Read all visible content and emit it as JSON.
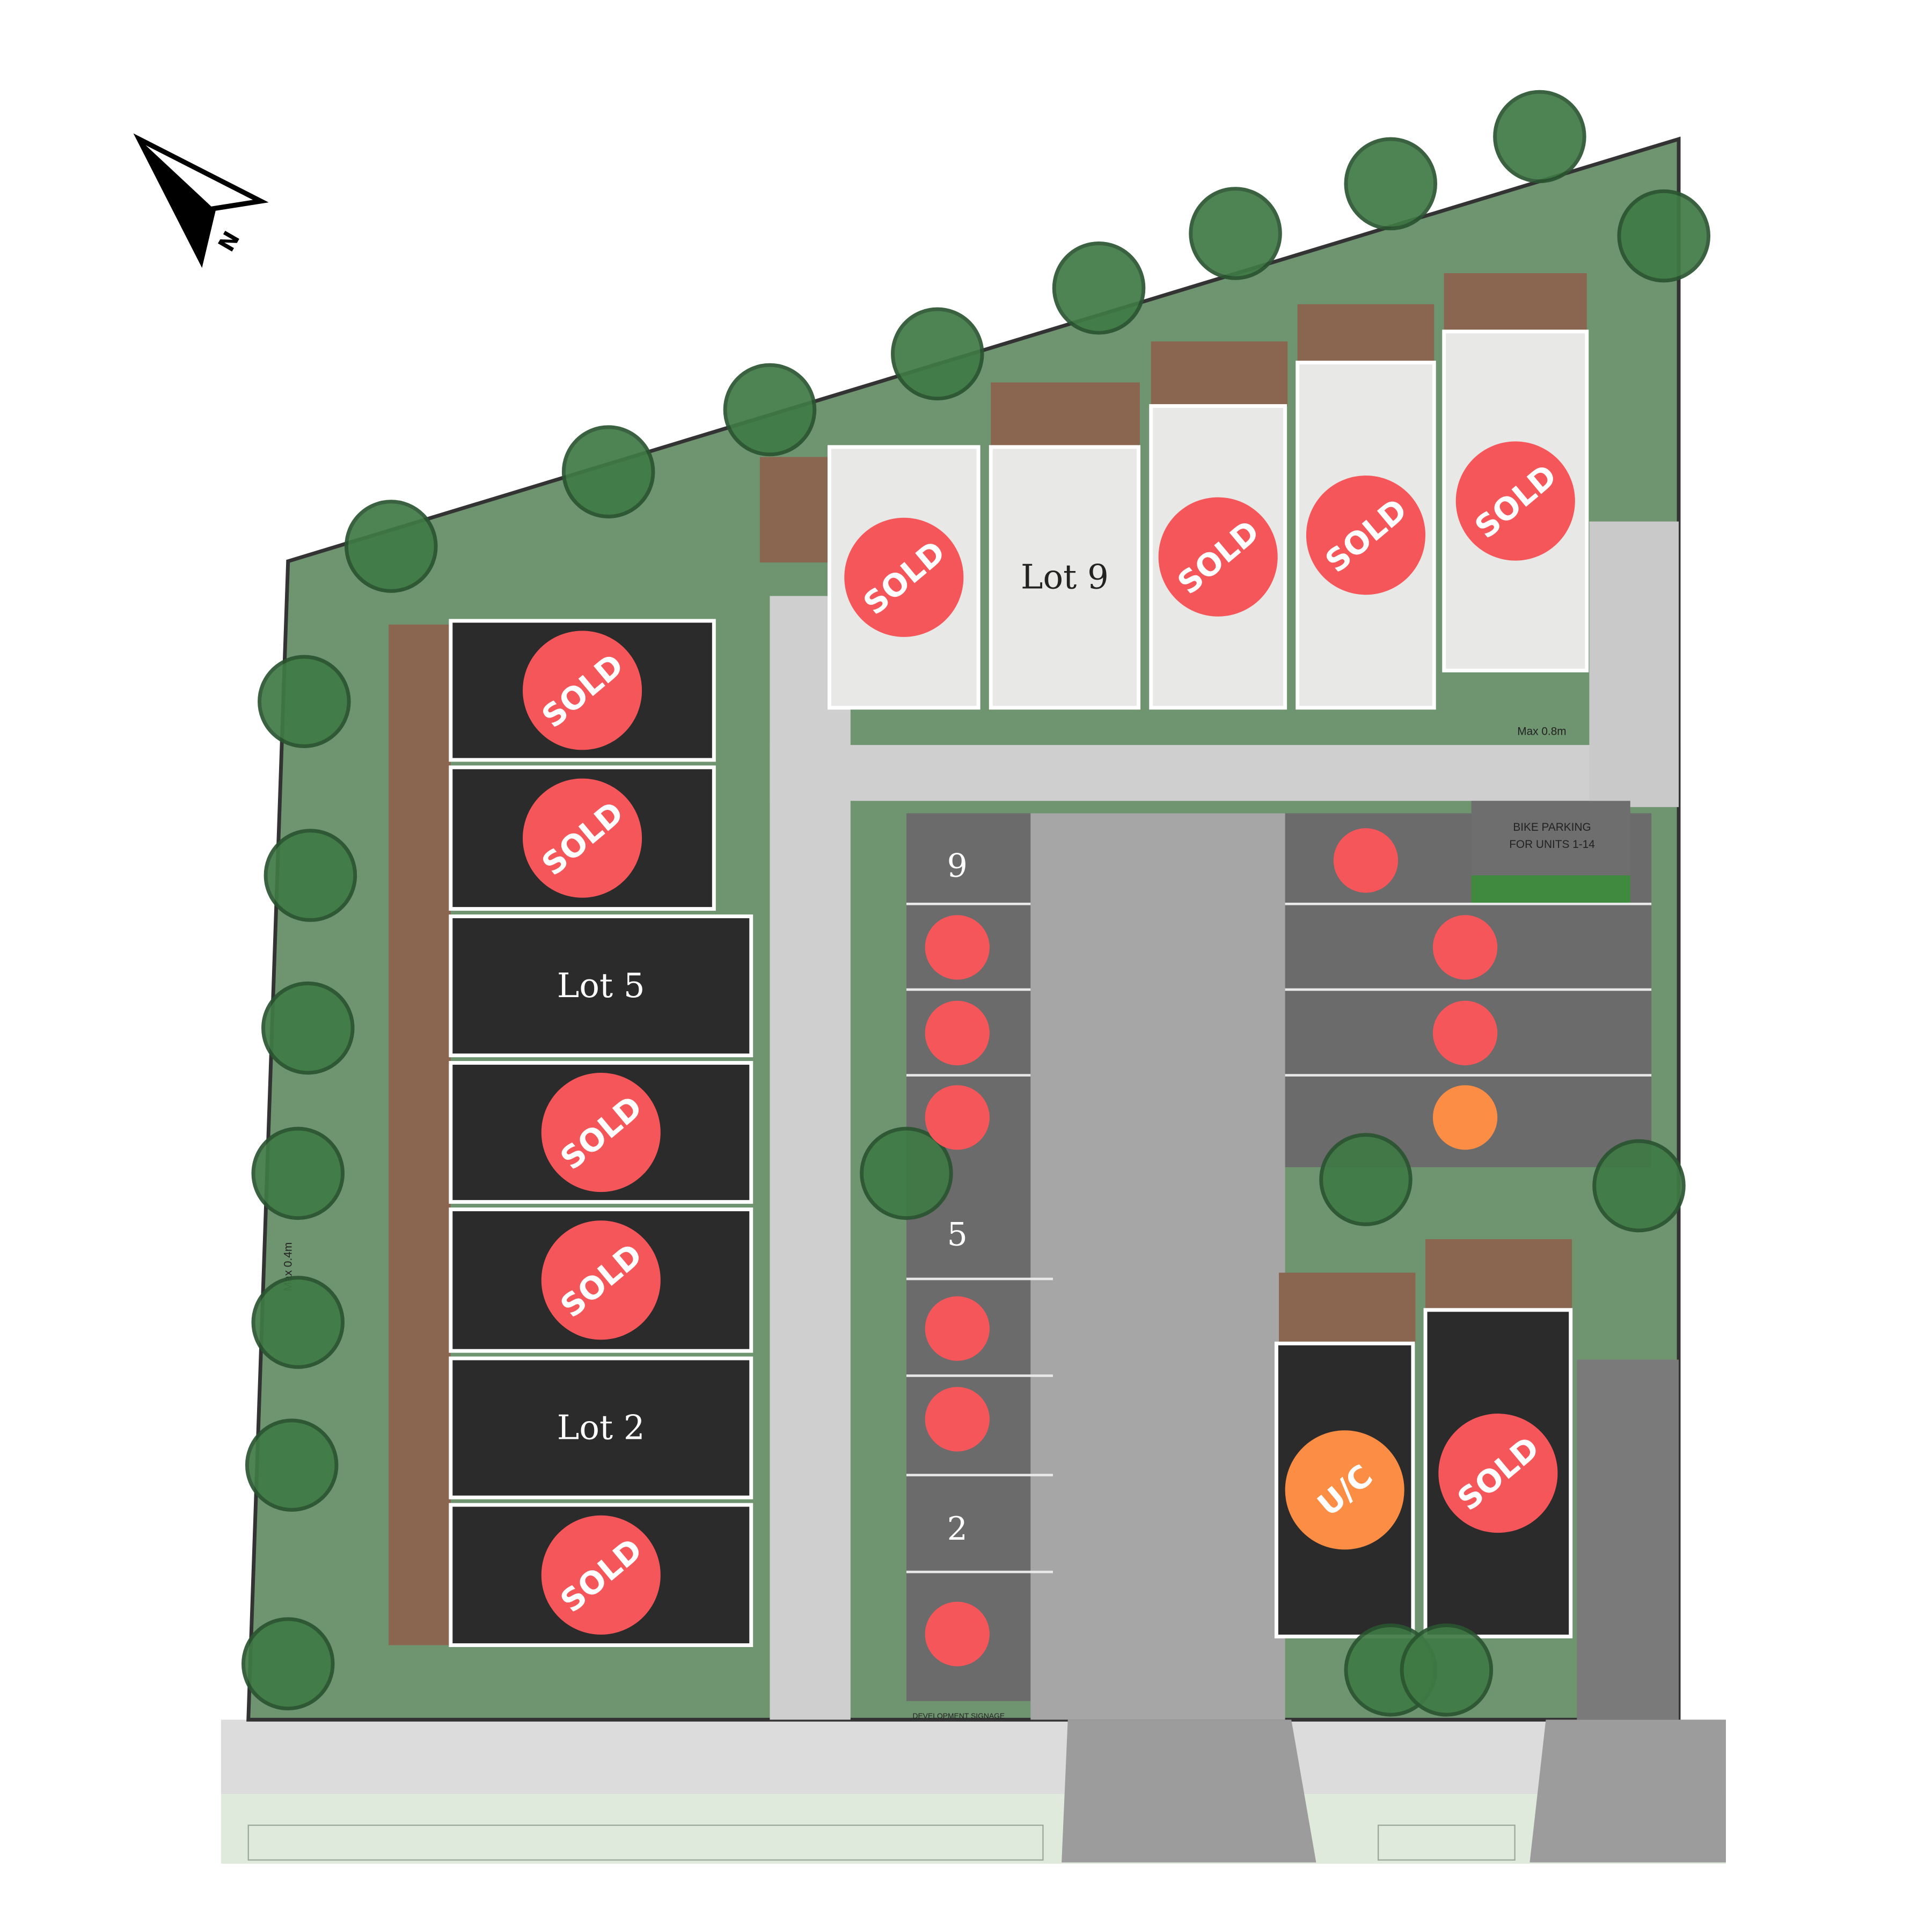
{
  "plan": {
    "north_label": "N",
    "bike_parking": [
      "BIKE PARKING",
      "FOR UNITS 1-14"
    ],
    "max_height_right": "Max 0.8m",
    "max_height_left": "Max 0.4m",
    "signage": "DEVELOPMENT SIGNAGE"
  },
  "colors": {
    "sold": "#f5565a",
    "under_contract": "#fb8d45",
    "dark_building": "#2b2b2b",
    "light_building": "#e8e8e6"
  },
  "left_row": [
    {
      "label": "SOLD",
      "status": "sold"
    },
    {
      "label": "SOLD",
      "status": "sold"
    },
    {
      "label": "Lot 5",
      "status": "available"
    },
    {
      "label": "SOLD",
      "status": "sold"
    },
    {
      "label": "SOLD",
      "status": "sold"
    },
    {
      "label": "Lot 2",
      "status": "available"
    },
    {
      "label": "SOLD",
      "status": "sold"
    }
  ],
  "top_row": [
    {
      "label": "SOLD",
      "status": "sold"
    },
    {
      "label": "Lot 9",
      "status": "available"
    },
    {
      "label": "SOLD",
      "status": "sold"
    },
    {
      "label": "SOLD",
      "status": "sold"
    },
    {
      "label": "SOLD",
      "status": "sold"
    }
  ],
  "bottom_right": [
    {
      "label": "U/C",
      "status": "under_contract"
    },
    {
      "label": "SOLD",
      "status": "sold"
    }
  ],
  "parking_bay_numbers": [
    "9",
    "5",
    "2"
  ],
  "parking_markers": {
    "left_column": [
      "sold",
      "sold",
      "sold",
      "sold",
      "sold",
      "sold"
    ],
    "right_area": [
      "sold",
      "sold",
      "sold",
      "under_contract"
    ]
  }
}
